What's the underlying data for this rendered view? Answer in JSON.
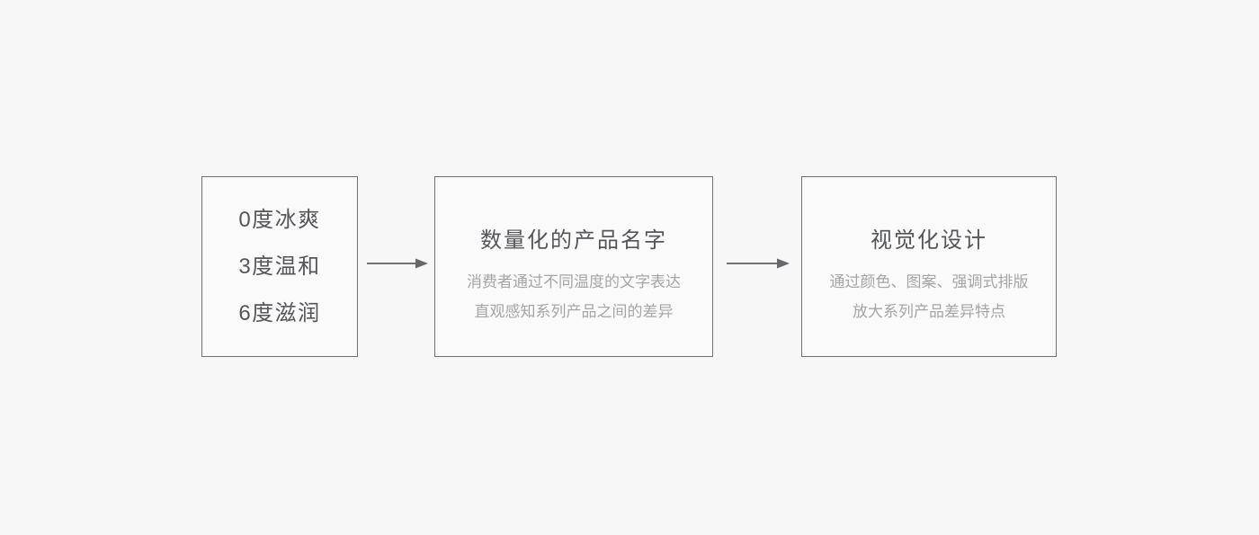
{
  "canvas": {
    "background": "#f7f7f7",
    "box_background": "#fafafa",
    "box_border_color": "#707070",
    "arrow_color": "#717276",
    "primary_text_color": "#55565a",
    "secondary_text_color": "#a5a5a7"
  },
  "boxes": [
    {
      "name": "temperature-variants",
      "lines": [
        "0度冰爽",
        "3度温和",
        "6度滋润"
      ]
    },
    {
      "name": "quantified-product-name",
      "title": "数量化的产品名字",
      "description_lines": [
        "消费者通过不同温度的文字表达",
        "直观感知系列产品之间的差异"
      ]
    },
    {
      "name": "visual-design",
      "title": "视觉化设计",
      "description_lines": [
        "通过颜色、图案、强调式排版",
        "放大系列产品差异特点"
      ]
    }
  ]
}
